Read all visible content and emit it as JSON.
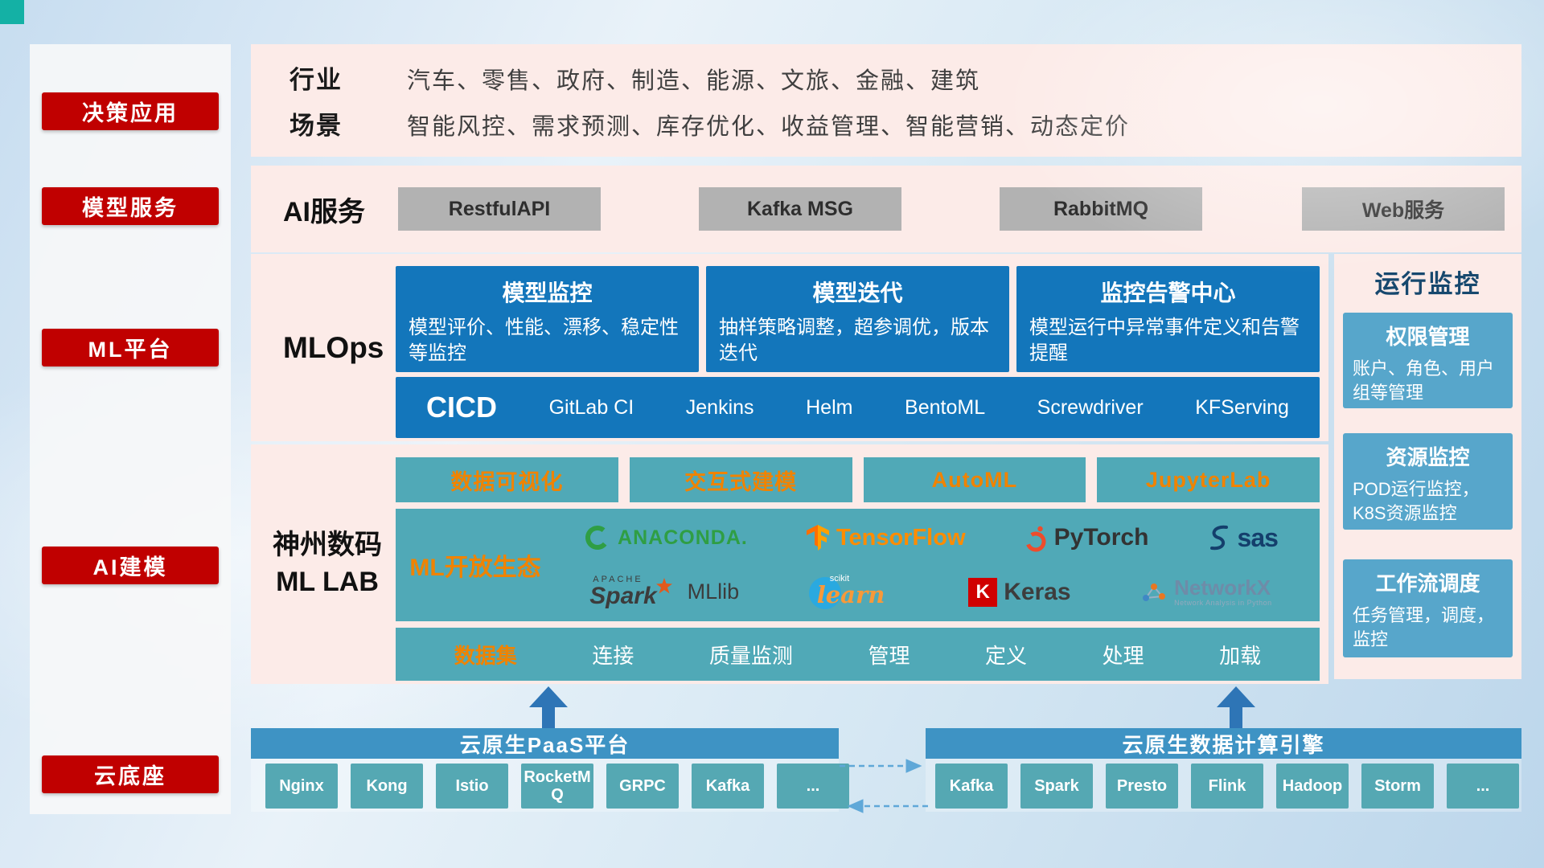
{
  "sidebar": {
    "items": [
      "决策应用",
      "模型服务",
      "ML平台",
      "AI建模",
      "云底座"
    ]
  },
  "industry": {
    "rows": [
      {
        "label": "行业",
        "text": "汽车、零售、政府、制造、能源、文旅、金融、建筑"
      },
      {
        "label": "场景",
        "text": "智能风控、需求预测、库存优化、收益管理、智能营销、动态定价"
      }
    ]
  },
  "ai_service": {
    "label": "AI服务",
    "buttons": [
      "RestfulAPI",
      "Kafka MSG",
      "RabbitMQ",
      "Web服务"
    ]
  },
  "mlops": {
    "label": "MLOps",
    "cards": [
      {
        "title": "模型监控",
        "desc": "模型评价、性能、漂移、稳定性等监控"
      },
      {
        "title": "模型迭代",
        "desc": "抽样策略调整，超参调优，版本迭代"
      },
      {
        "title": "监控告警中心",
        "desc": "模型运行中异常事件定义和告警提醒"
      }
    ],
    "cicd_label": "CICD",
    "cicd_items": [
      "GitLab CI",
      "Jenkins",
      "Helm",
      "BentoML",
      "Screwdriver",
      "KFServing"
    ]
  },
  "mllab": {
    "label_line1": "神州数码",
    "label_line2": "ML LAB",
    "tools": [
      "数据可视化",
      "交互式建模",
      "AutoML",
      "JupyterLab"
    ],
    "ecosystem_label": "ML开放生态",
    "logos": {
      "anaconda": "ANACONDA.",
      "tensorflow": "TensorFlow",
      "pytorch": "PyTorch",
      "sas": "sas",
      "spark_small": "APACHE",
      "spark": "Spark",
      "mllib": "MLlib",
      "sklearn_small": "scikit",
      "sklearn": "learn",
      "keras_k": "K",
      "keras": "Keras",
      "networkx": "NetworkX",
      "networkx_sub": "Network Analysis in Python"
    },
    "data_pipeline": [
      "数据集",
      "连接",
      "质量监测",
      "管理",
      "定义",
      "处理",
      "加载"
    ]
  },
  "monitor": {
    "title": "运行监控",
    "cards": [
      {
        "title": "权限管理",
        "desc": "账户、角色、用户组等管理"
      },
      {
        "title": "资源监控",
        "desc": "POD运行监控，K8S资源监控"
      },
      {
        "title": "工作流调度",
        "desc": "任务管理，调度，监控"
      }
    ]
  },
  "foundation": {
    "paas": {
      "title": "云原生PaaS平台",
      "items": [
        "Nginx",
        "Kong",
        "Istio",
        "RocketMQ",
        "GRPC",
        "Kafka",
        "..."
      ]
    },
    "engine": {
      "title": "云原生数据计算引擎",
      "items": [
        "Kafka",
        "Spark",
        "Presto",
        "Flink",
        "Hadoop",
        "Storm",
        "..."
      ]
    }
  },
  "colors": {
    "badge_red": "#c00000",
    "panel_pink": "#fcebe8",
    "deep_blue": "#1376bb",
    "teal": "#50a9b7",
    "monitor_blue": "#57a6cb",
    "header_blue": "#3e93c4",
    "accent_orange": "#f08300",
    "arrow_blue": "#2e75b6"
  }
}
